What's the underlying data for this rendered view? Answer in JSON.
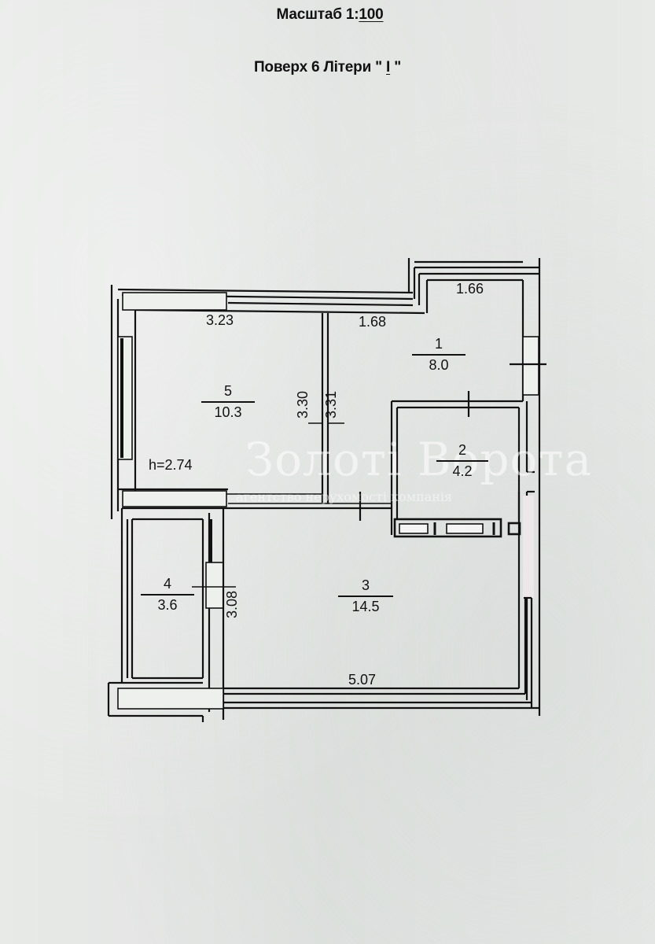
{
  "header": {
    "scale_label": "Масштаб 1:",
    "scale_value": "100",
    "floor_label": "Поверх 6 Літери \"",
    "letter_value": "I",
    "floor_suffix": "\""
  },
  "plan": {
    "ceiling_height": "h=2.74",
    "rooms": [
      {
        "number": "1",
        "area": "8.0"
      },
      {
        "number": "2",
        "area": "4.2"
      },
      {
        "number": "3",
        "area": "14.5"
      },
      {
        "number": "4",
        "area": "3.6"
      },
      {
        "number": "5",
        "area": "10.3"
      }
    ],
    "dimensions": {
      "room5_width": "3.23",
      "room1_width_lower": "1.68",
      "room1_width_upper": "1.66",
      "room5_depth": "3.30",
      "room1_depth": "3.31",
      "room4_depth": "3.08",
      "room3_width": "5.07"
    }
  },
  "watermark": {
    "brand": "Золоті Ворота",
    "subtitle": "агентство нерухомості компанія"
  },
  "colors": {
    "paper": "#e4e6e4",
    "ink": "#111111",
    "wall_fill": "#eef0ee"
  }
}
